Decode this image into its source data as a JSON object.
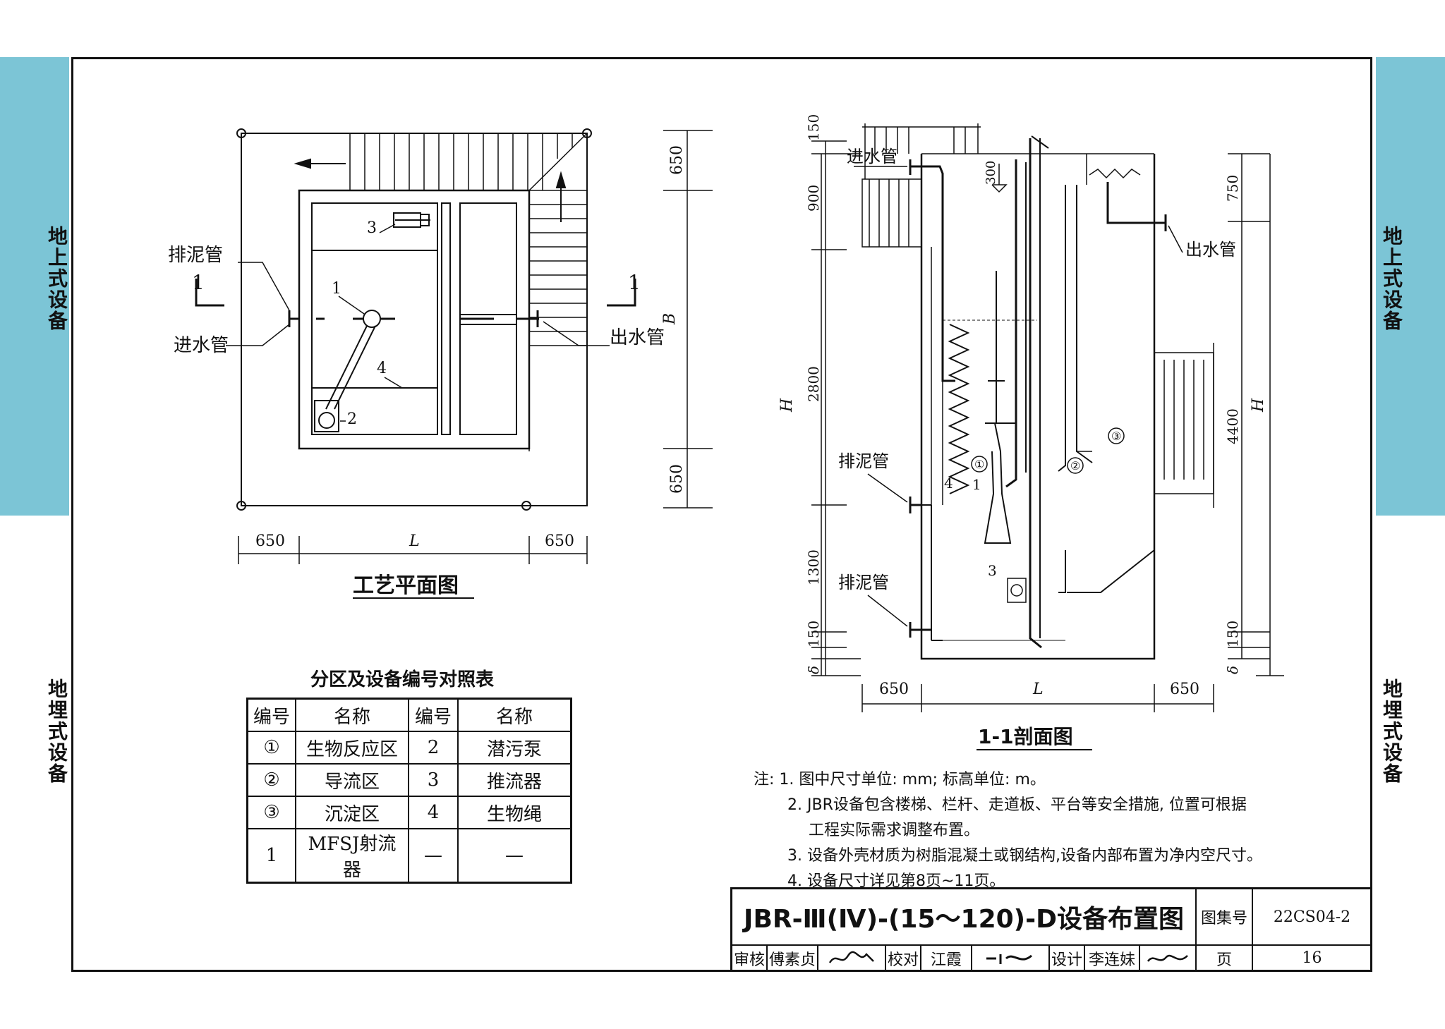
{
  "side_tabs": {
    "upper": "地上式设备",
    "lower": "地埋式设备"
  },
  "plan": {
    "title": "工艺平面图",
    "labels": {
      "sludge_pipe": "排泥管",
      "inlet_pipe": "进水管",
      "outlet_pipe": "出水管",
      "section_mark": "1",
      "b": "B",
      "l": "L"
    },
    "callouts": [
      "1",
      "2",
      "3",
      "4"
    ],
    "dims_right": [
      "650",
      "650"
    ],
    "dims_bottom": [
      "650",
      "650"
    ]
  },
  "section": {
    "title": "1-1剖面图",
    "labels": {
      "inlet_pipe": "进水管",
      "outlet_pipe": "出水管",
      "sludge_pipe_1": "排泥管",
      "sludge_pipe_2": "排泥管",
      "h_left": "H",
      "h_right": "H",
      "delta_left": "δ",
      "delta_right": "δ",
      "l": "L"
    },
    "dims_left": [
      "150",
      "900",
      "2800",
      "1300",
      "150"
    ],
    "dims_right": [
      "750",
      "4400",
      "150"
    ],
    "dim_inner": "300",
    "dims_bottom": [
      "650",
      "650"
    ],
    "zones": [
      "①",
      "②",
      "③"
    ],
    "callouts": [
      "4",
      "1",
      "3"
    ]
  },
  "ref_table": {
    "title": "分区及设备编号对照表",
    "headers": [
      "编号",
      "名称",
      "编号",
      "名称"
    ],
    "rows": [
      [
        "①",
        "生物反应区",
        "2",
        "潜污泵"
      ],
      [
        "②",
        "导流区",
        "3",
        "推流器"
      ],
      [
        "③",
        "沉淀区",
        "4",
        "生物绳"
      ],
      [
        "1",
        "MFSJ射流器",
        "—",
        "—"
      ]
    ]
  },
  "notes": [
    "注: 1. 图中尺寸单位: mm; 标高单位: m。",
    "2. JBR设备包含楼梯、栏杆、走道板、平台等安全措施, 位置可根据",
    "工程实际需求调整布置。",
    "3. 设备外壳材质为树脂混凝土或钢结构,设备内部布置为净内空尺寸。",
    "4. 设备尺寸详见第8页~11页。"
  ],
  "title_block": {
    "drawing_title": "JBR-Ⅲ(Ⅳ)-(15～120)-D设备布置图",
    "atlas_label": "图集号",
    "atlas_no": "22CS04-2",
    "page_label": "页",
    "page_no": "16",
    "review_label": "审核",
    "reviewer": "傅素贞",
    "check_label": "校对",
    "checker": "江霞",
    "design_label": "设计",
    "designer": "李连妹"
  },
  "colors": {
    "tab": "#7cc5d6",
    "line": "#111111"
  }
}
